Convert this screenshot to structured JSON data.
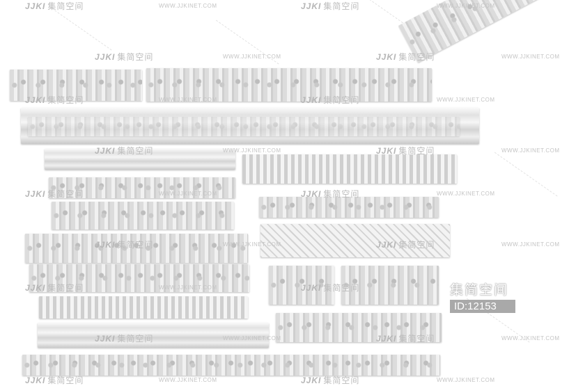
{
  "watermark": {
    "logo_mark": "JJKI",
    "brand_cn": "集简空间",
    "site": "WWW.JJKINET.COM",
    "id_label": "ID:12153"
  },
  "watermark_rows": [
    {
      "row": "top"
    },
    {
      "row": "row-2"
    },
    {
      "row": "row-3"
    },
    {
      "row": "row-4"
    },
    {
      "row": "row-5"
    },
    {
      "row": "row-6"
    },
    {
      "row": "row-7"
    },
    {
      "row": "bottom"
    }
  ]
}
